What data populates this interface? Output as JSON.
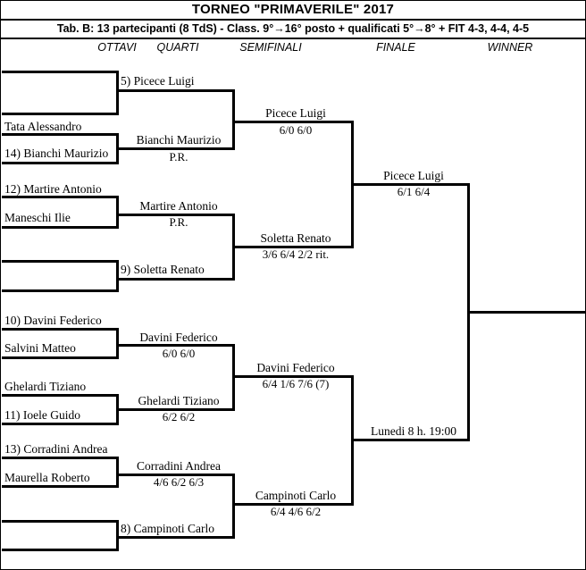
{
  "header": {
    "title": "TORNEO  \"PRIMAVERILE\"  2017",
    "subtitle": "Tab. B: 13 partecipanti (8 TdS) - Class. 9°→16° posto + qualificati 5°→8° + FIT 4-3, 4-4, 4-5",
    "columns": [
      {
        "label": "OTTAVI"
      },
      {
        "label": "QUARTI"
      },
      {
        "label": "SEMIFINALI"
      },
      {
        "label": "FINALE"
      },
      {
        "label": "WINNER"
      }
    ]
  },
  "rounds": {
    "ottavi": {
      "label": "OTTAVI",
      "slots": [
        {
          "id": "r16-s1",
          "name": ""
        },
        {
          "id": "r16-s2",
          "name": ""
        },
        {
          "id": "r16-s3",
          "name": "Tata Alessandro"
        },
        {
          "id": "r16-s4",
          "name": "14) Bianchi Maurizio"
        },
        {
          "id": "r16-s5",
          "name": "12) Martire Antonio"
        },
        {
          "id": "r16-s6",
          "name": "Maneschi Ilie"
        },
        {
          "id": "r16-s7",
          "name": ""
        },
        {
          "id": "r16-s8",
          "name": ""
        },
        {
          "id": "r16-s9",
          "name": "10) Davini Federico"
        },
        {
          "id": "r16-s10",
          "name": "Salvini Matteo"
        },
        {
          "id": "r16-s11",
          "name": "Ghelardi Tiziano"
        },
        {
          "id": "r16-s12",
          "name": "11) Ioele Guido"
        },
        {
          "id": "r16-s13",
          "name": "13) Corradini Andrea"
        },
        {
          "id": "r16-s14",
          "name": "Maurella Roberto"
        },
        {
          "id": "r16-s15",
          "name": ""
        },
        {
          "id": "r16-s16",
          "name": ""
        }
      ]
    },
    "quarti": {
      "label": "QUARTI",
      "matches": [
        {
          "id": "qf-1",
          "winner": "5) Picece Luigi",
          "score": ""
        },
        {
          "id": "qf-2",
          "winner": "Bianchi Maurizio",
          "score": "P.R."
        },
        {
          "id": "qf-3",
          "winner": "Martire Antonio",
          "score": "P.R."
        },
        {
          "id": "qf-4",
          "winner": "9) Soletta Renato",
          "score": ""
        },
        {
          "id": "qf-5",
          "winner": "Davini Federico",
          "score": "6/0  6/0"
        },
        {
          "id": "qf-6",
          "winner": "Ghelardi Tiziano",
          "score": "6/2  6/2"
        },
        {
          "id": "qf-7",
          "winner": "Corradini Andrea",
          "score": "4/6  6/2  6/3"
        },
        {
          "id": "qf-8",
          "winner": "8) Campinoti Carlo",
          "score": ""
        }
      ]
    },
    "semifinali": {
      "label": "SEMIFINALI",
      "matches": [
        {
          "id": "sf-1",
          "winner": "Picece Luigi",
          "score": "6/0  6/0"
        },
        {
          "id": "sf-2",
          "winner": "Soletta Renato",
          "score": "3/6  6/4  2/2 rit."
        },
        {
          "id": "sf-3",
          "winner": "Davini Federico",
          "score": "6/4  1/6  7/6 (7)"
        },
        {
          "id": "sf-4",
          "winner": "Campinoti Carlo",
          "score": "6/4  4/6  6/2"
        }
      ]
    },
    "finale": {
      "label": "FINALE",
      "matches": [
        {
          "id": "f-1",
          "winner": "Picece Luigi",
          "score": "6/1  6/4"
        },
        {
          "id": "f-2",
          "winner": "Lunedi 8 h. 19:00",
          "score": ""
        }
      ]
    },
    "winner": {
      "label": "WINNER",
      "name": ""
    }
  }
}
